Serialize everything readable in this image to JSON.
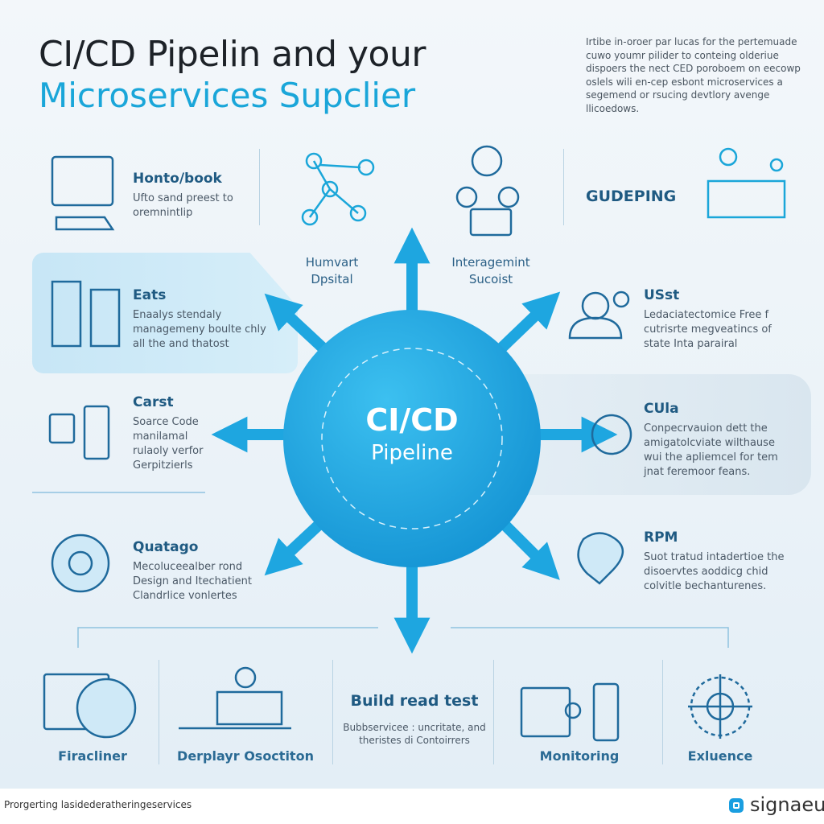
{
  "header": {
    "title_line1": "CI/CD Pipelin and your",
    "title_line2": "Microservices Supclier",
    "intro": "Irtibe in-oroer par lucas for the pertemuade cuwo youmr pilider to conteing olderiue dispoers the nect CED poroboem on eecowp oslels wili en-cep esbont microservices a segemend or rsucing devtlory avenge llicoedows."
  },
  "center": {
    "title": "CI/CD",
    "subtitle": "Pipeline"
  },
  "top_labels": [
    {
      "line1": "Humvart",
      "line2": "Dpsital"
    },
    {
      "line1": "Interagemint",
      "line2": "Sucoist"
    }
  ],
  "top_right_label": "GUDEPING",
  "left_items": [
    {
      "title": "Honto/book",
      "desc": "Ufto sand preest to oremnintlip"
    },
    {
      "title": "Eats",
      "desc": "Enaalys stendaly managemeny boulte chly all the and thatost"
    },
    {
      "title": "Carst",
      "desc": "Soarce Code manilamal rulaoly verfor Gerpitzierls"
    },
    {
      "title": "Quatago",
      "desc": "Mecoluceealber rond Design and Itechatient Clandrlice vonlertes"
    }
  ],
  "right_items": [
    {
      "title": "USst",
      "desc": "Ledaciatectomice Free f cutrisrte megveatincs of state Inta parairal"
    },
    {
      "title": "CUla",
      "desc": "Conpecrvauion dett the amigatolcviate wilthause wui the apliemcel for tem jnat feremoor feans."
    },
    {
      "title": "RPM",
      "desc": "Suot tratud intadertioe the disoervtes aoddicg chid colvitle bechanturenes."
    }
  ],
  "bottom": {
    "items": [
      "Firacliner",
      "Derplayr Osoctiton",
      "Monitoring",
      "Exluence"
    ],
    "center_title": "Build read test",
    "center_desc": "Bubbservicee : uncritate, and theristes di Contoirrers"
  },
  "footer": {
    "text": "Prorgerting lasidederatheringeservices",
    "brand": "signaeu"
  },
  "colors": {
    "accent": "#1aa6d9",
    "dark": "#1f5a82"
  }
}
